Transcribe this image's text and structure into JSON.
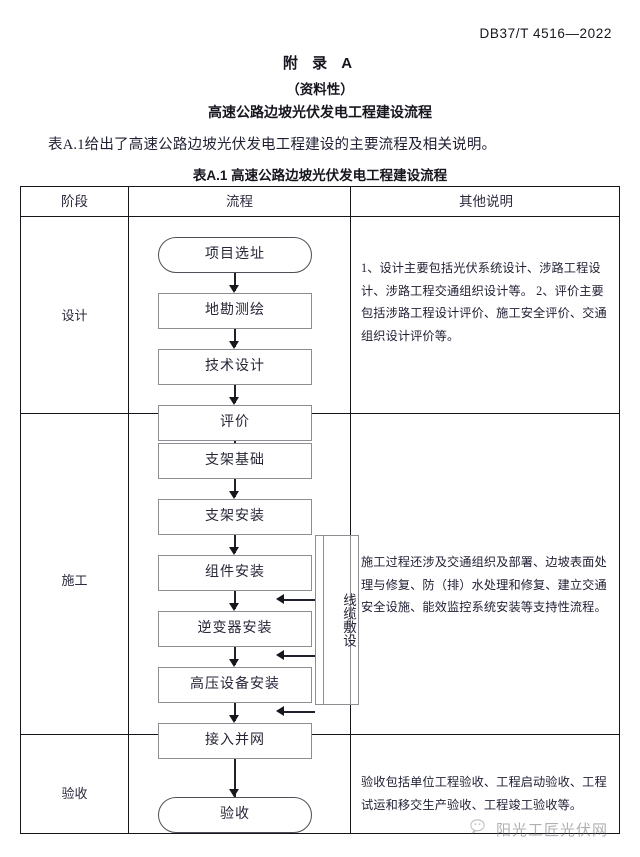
{
  "header": {
    "standard_code": "DB37/T 4516—2022"
  },
  "titles": {
    "annex": "附 录 A",
    "kind": "（资料性）",
    "subject": "高速公路边坡光伏发电工程建设流程",
    "intro": "表A.1给出了高速公路边坡光伏发电工程建设的主要流程及相关说明。",
    "table_caption": "表A.1 高速公路边坡光伏发电工程建设流程"
  },
  "table": {
    "columns": [
      "阶段",
      "流程",
      "其他说明"
    ],
    "rows": [
      {
        "stage": "设计",
        "nodes": [
          "项目选址",
          "地勘测绘",
          "技术设计",
          "评价"
        ],
        "note": "1、设计主要包括光伏系统设计、涉路工程设计、涉路工程交通组织设计等。\n2、评价主要包括涉路工程设计评价、施工安全评价、交通组织设计评价等。"
      },
      {
        "stage": "施工",
        "nodes": [
          "支架基础",
          "支架安装",
          "组件安装",
          "逆变器安装",
          "高压设备安装",
          "接入并网"
        ],
        "side_node": "线缆敷设",
        "note": "施工过程还涉及交通组织及部署、边坡表面处理与修复、防（排）水处理和修复、建立交通安全设施、能效监控系统安装等支持性流程。"
      },
      {
        "stage": "验收",
        "nodes": [
          "验收"
        ],
        "note": "验收包括单位工程验收、工程启动验收、工程试运和移交生产验收、工程竣工验收等。"
      }
    ]
  },
  "watermark": {
    "text": "阳光工匠光伏网",
    "icon": "wechat-icon"
  },
  "colors": {
    "ink": "#15151c",
    "node_border": "#8d8d93",
    "text": "#1f1f33"
  }
}
